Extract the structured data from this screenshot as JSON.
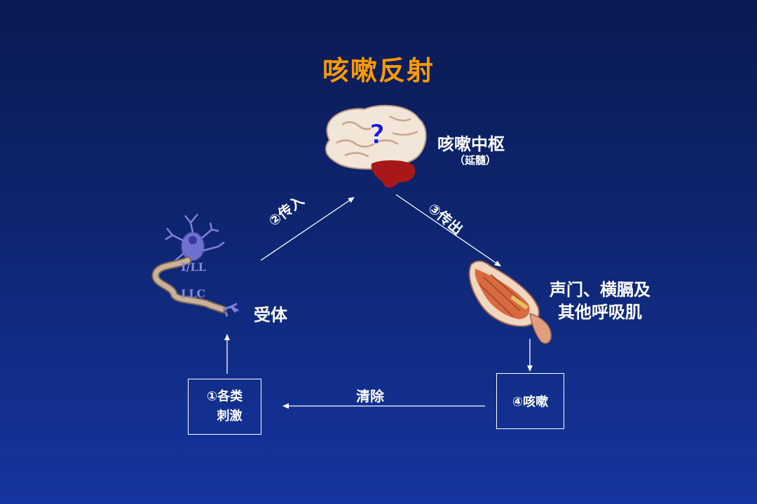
{
  "title": "咳嗽反射",
  "center": {
    "label": "咳嗽中枢",
    "sub": "（延髓）",
    "mark": "?"
  },
  "receptor": {
    "label": "受体",
    "cell_text_1": "I/LL",
    "cell_text_2": "LLC"
  },
  "effector": {
    "line1": "声门、横膈及",
    "line2": "其他呼吸肌"
  },
  "afferent": "②传入",
  "efferent": "③传出",
  "clear": "清除",
  "stimulus": {
    "line1": "①各类",
    "line2": "刺激"
  },
  "cough": "④咳嗽",
  "colors": {
    "title": "#ff9900",
    "text": "#ffffff",
    "brain": "#f2e6d8",
    "brainstem": "#a81818",
    "neuron": "#7070d0",
    "muscle": "#d86a40"
  },
  "icons": [
    "brain-icon",
    "neuron-icon",
    "muscle-icon"
  ]
}
